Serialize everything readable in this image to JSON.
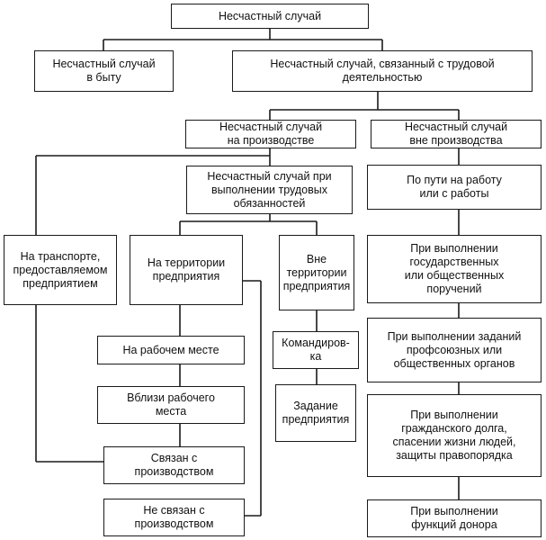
{
  "nodes": {
    "root": "Несчастный случай",
    "household": "Несчастный случай\nв быту",
    "labor": "Несчастный случай, связанный с трудовой\nдеятельностью",
    "at_production": "Несчастный случай\nна производстве",
    "outside_production": "Несчастный случай\nвне производства",
    "during_duties": "Несчастный случай при\nвыполнении трудовых\nобязанностей",
    "transport": "На транспорте,\nпредоставляемом\nпредприятием",
    "territory": "На территории\nпредприятия",
    "outside_territory": "Вне\nтерритории\nпредприятия",
    "workplace": "На рабочем месте",
    "near_workplace": "Вблизи рабочего\nместа",
    "related": "Связан с\nпроизводством",
    "not_related": "Не связан с\nпроизводством",
    "business_trip": "Командиров-\nка",
    "company_task": "Задание\nпредприятия",
    "commute": "По пути на работу\nили с работы",
    "state_duties": "При выполнении\nгосударственных\nили общественных\nпоручений",
    "union_tasks": "При выполнении заданий\nпрофсоюзных или\nобщественных органов",
    "civic_duty": "При выполнении\nгражданского долга,\nспасении жизни людей,\nзащиты правопорядка",
    "donor": "При выполнении\nфункций донора"
  }
}
